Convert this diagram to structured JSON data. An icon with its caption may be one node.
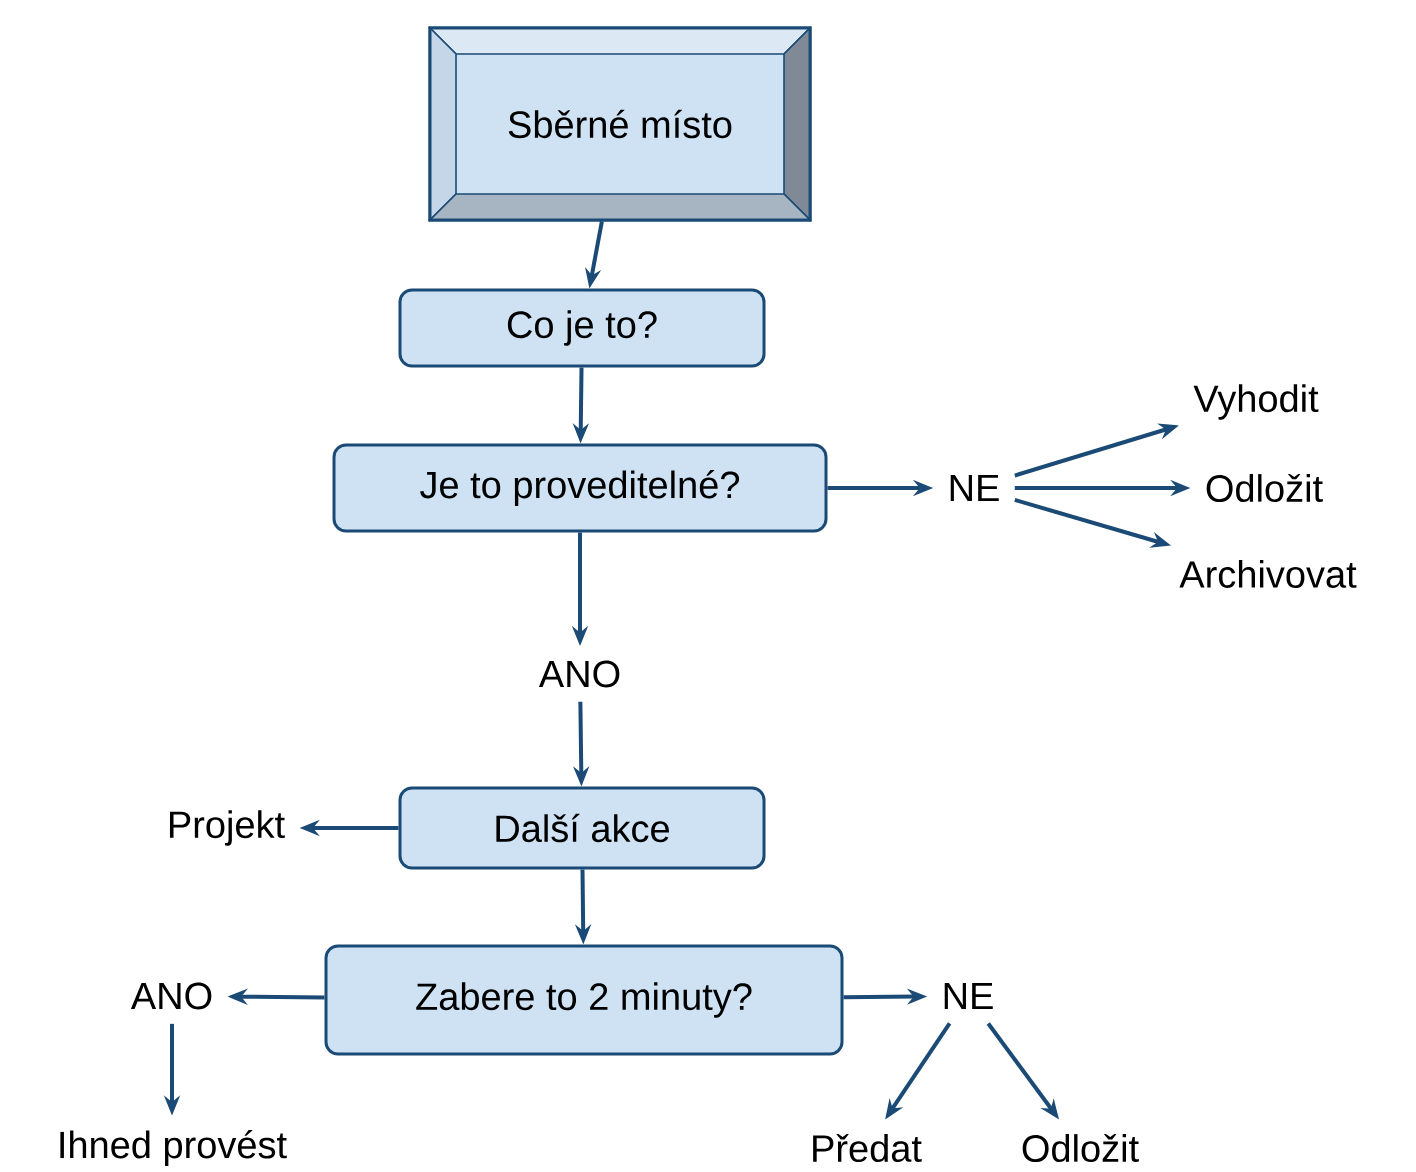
{
  "diagram": {
    "nodes": [
      {
        "text": [
          "Sběrné místo"
        ]
      },
      {
        "text": [
          "Co je to?"
        ]
      },
      {
        "text": [
          "Je to proveditelné?"
        ]
      },
      {
        "text": [
          "NE"
        ]
      },
      {
        "text": [
          "Vyhodit"
        ]
      },
      {
        "text": [
          "Odložit"
        ]
      },
      {
        "text": [
          "Archivovat"
        ]
      },
      {
        "text": [
          "ANO"
        ]
      },
      {
        "text": [
          "Další akce"
        ]
      },
      {
        "text": [
          "Projekt"
        ]
      },
      {
        "text": [
          "Zabere to 2 minuty?"
        ]
      },
      {
        "text": [
          "ANO"
        ]
      },
      {
        "text": [
          "NE"
        ]
      },
      {
        "text": [
          "Ihned provést"
        ]
      },
      {
        "text": [
          "Předat"
        ]
      },
      {
        "text": [
          "Odložit"
        ]
      }
    ],
    "edges": [
      {
        "from": 0,
        "to": 1,
        "arrow": "to"
      },
      {
        "from": 1,
        "to": 2,
        "arrow": "to"
      },
      {
        "from": 2,
        "to": 3,
        "arrow": "to"
      },
      {
        "from": 3,
        "to": 4,
        "arrow": "to"
      },
      {
        "from": 3,
        "to": 5,
        "arrow": "to"
      },
      {
        "from": 3,
        "to": 6,
        "arrow": "to"
      },
      {
        "from": 2,
        "to": 7,
        "arrow": "to"
      },
      {
        "from": 7,
        "to": 8,
        "arrow": "to"
      },
      {
        "from": 8,
        "to": 9,
        "arrow": "to"
      },
      {
        "from": 8,
        "to": 10,
        "arrow": "to"
      },
      {
        "from": 10,
        "to": 11,
        "arrow": "to"
      },
      {
        "from": 10,
        "to": 12,
        "arrow": "to"
      },
      {
        "from": 11,
        "to": 13,
        "arrow": "to"
      },
      {
        "from": 12,
        "to": 14,
        "arrow": "to"
      },
      {
        "from": 12,
        "to": 15,
        "arrow": "to"
      }
    ]
  }
}
